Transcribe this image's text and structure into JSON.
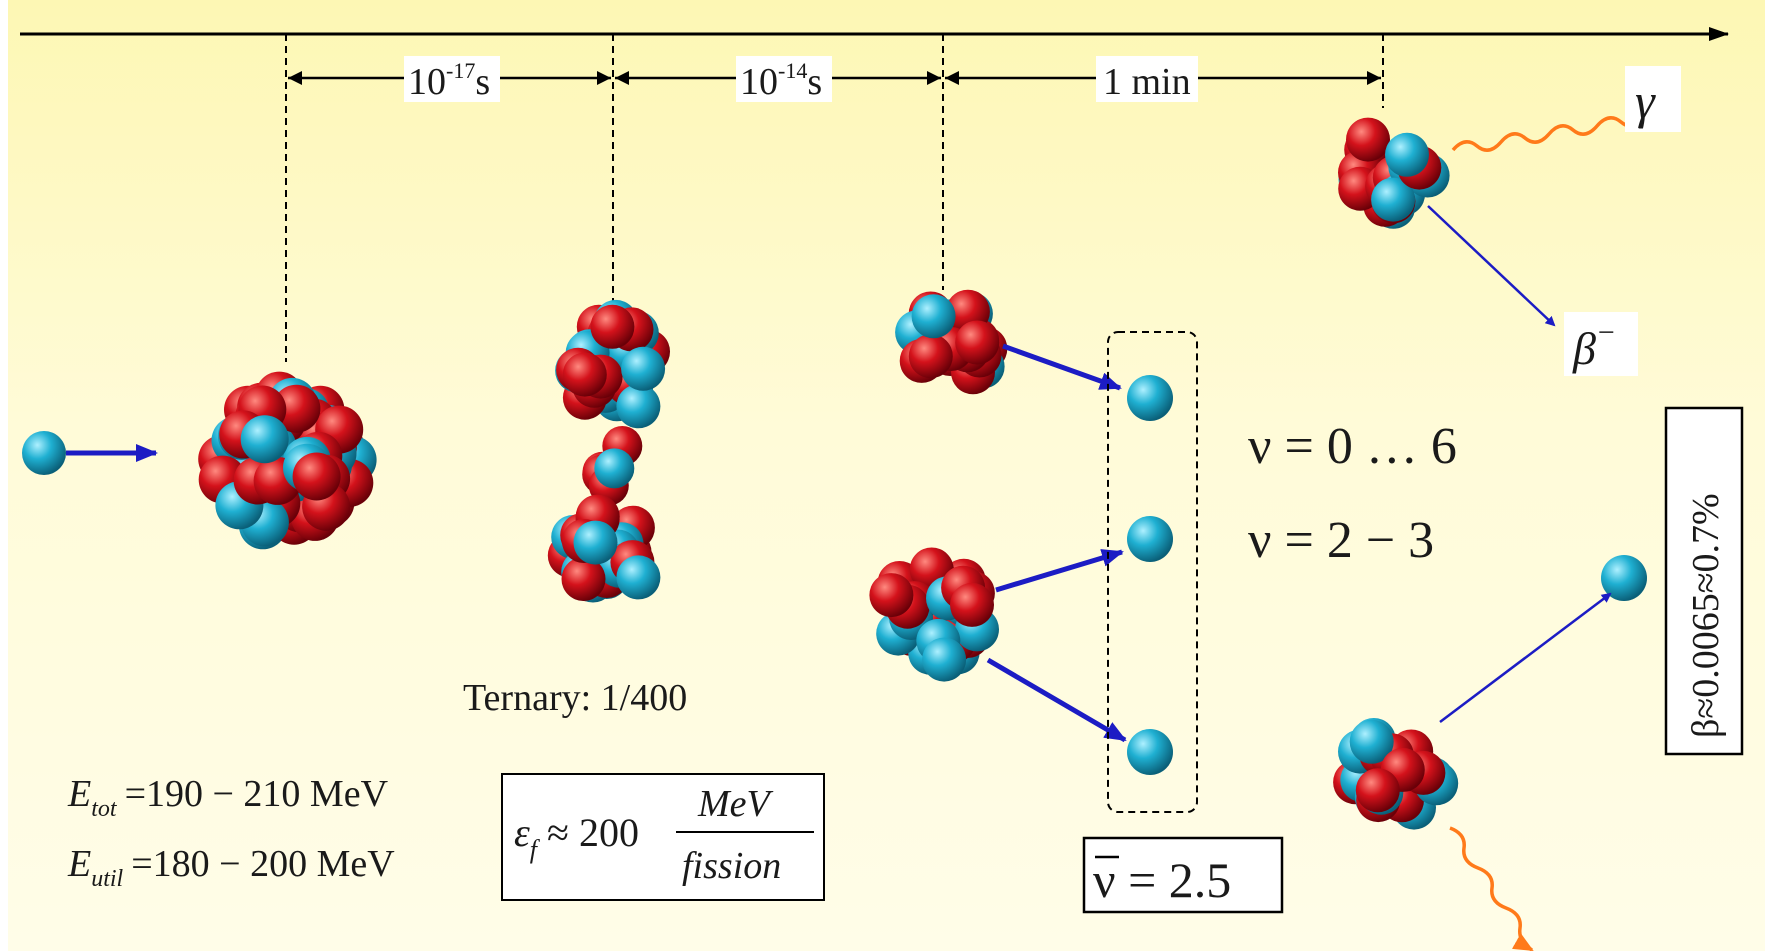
{
  "timeline": {
    "intervals": [
      {
        "base": "10",
        "exp": "-17",
        "unit": "s"
      },
      {
        "base": "10",
        "exp": "-14",
        "unit": "s"
      },
      {
        "label": "1 min"
      }
    ]
  },
  "labels": {
    "gamma": "γ",
    "beta_minus": "β",
    "beta_minus_sup": "−",
    "nu_range": "ν = 0 … 6",
    "nu_typical": "ν = 2 − 3",
    "nu_mean": "ν = 2.5",
    "ternary": "Ternary: 1/400",
    "beta_fraction": "β≈0.0065≈0.7%",
    "e_tot_sym": "E",
    "e_tot_sub": "tot",
    "e_tot_val": "=190 − 210 MeV",
    "e_util_sym": "E",
    "e_util_sub": "util",
    "e_util_val": "=180 − 200 MeV",
    "eps_sym": "ε",
    "eps_sub": "f",
    "eps_approx": "≈ 200",
    "eps_num": "MeV",
    "eps_den": "fission"
  },
  "colors": {
    "neutron": "#19a9cc",
    "proton": "#d4121b",
    "arrow_blue": "#1c1cc4",
    "gamma_orange": "#ff7a1a",
    "background_top": "#fdf7b4"
  }
}
